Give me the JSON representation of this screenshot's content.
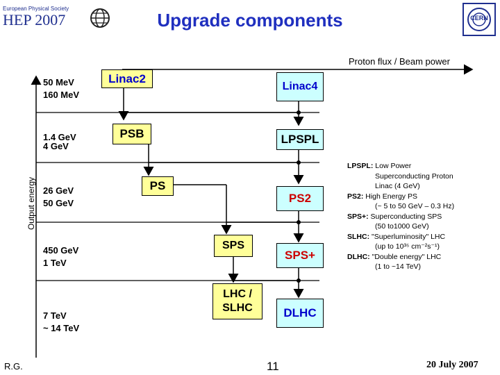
{
  "header": {
    "eps_logo_text": "European Physical Society",
    "hep_logo_text": "HEP 2007",
    "title": "Upgrade components",
    "cern_logo_text": "CERN"
  },
  "axes": {
    "top_label": "Proton flux / Beam power",
    "left_label": "Output energy"
  },
  "energy_labels": [
    [
      "50 MeV",
      "160 MeV"
    ],
    [
      "1.4 GeV",
      "4 GeV"
    ],
    [
      "26 GeV",
      "50 GeV"
    ],
    [
      "450 GeV",
      "1 TeV"
    ],
    [
      "7 TeV",
      "~ 14 TeV"
    ]
  ],
  "boxes": {
    "linac2": "Linac2",
    "linac4": "Linac4",
    "psb": "PSB",
    "lpspl": "LPSPL",
    "ps": "PS",
    "ps2": "PS2",
    "sps": "SPS",
    "sps_plus": "SPS+",
    "lhc": "LHC / SLHC",
    "dlhc": "DLHC"
  },
  "colors": {
    "title": "#1f2fbf",
    "box_left": "#ffff99",
    "box_right": "#ccffff",
    "text_red": "#cc0000",
    "text_blue": "#0000cc"
  },
  "notes": [
    {
      "key": "LPSPL:",
      "text": " Low Power"
    },
    {
      "key": "",
      "text": "Superconducting Proton",
      "indent": true
    },
    {
      "key": "",
      "text": "Linac (4 GeV)",
      "indent": true
    },
    {
      "key": "PS2:",
      "text": " High Energy PS"
    },
    {
      "key": "",
      "text": "(~ 5 to 50 GeV – 0.3 Hz)",
      "indent": true
    },
    {
      "key": "SPS+:",
      "text": " Superconducting SPS"
    },
    {
      "key": "",
      "text": "(50 to1000 GeV)",
      "indent": true
    },
    {
      "key": "SLHC:",
      "text": " \"Superluminosity\" LHC"
    },
    {
      "key": "",
      "text": "(up to 10³⁵ cm⁻²s⁻¹)",
      "indent": true
    },
    {
      "key": "DLHC:",
      "text": " \"Double energy\" LHC"
    },
    {
      "key": "",
      "text": "(1 to ~14 TeV)",
      "indent": true
    }
  ],
  "footer": {
    "author": "R.G.",
    "page": "11",
    "date": "20 July 2007"
  }
}
